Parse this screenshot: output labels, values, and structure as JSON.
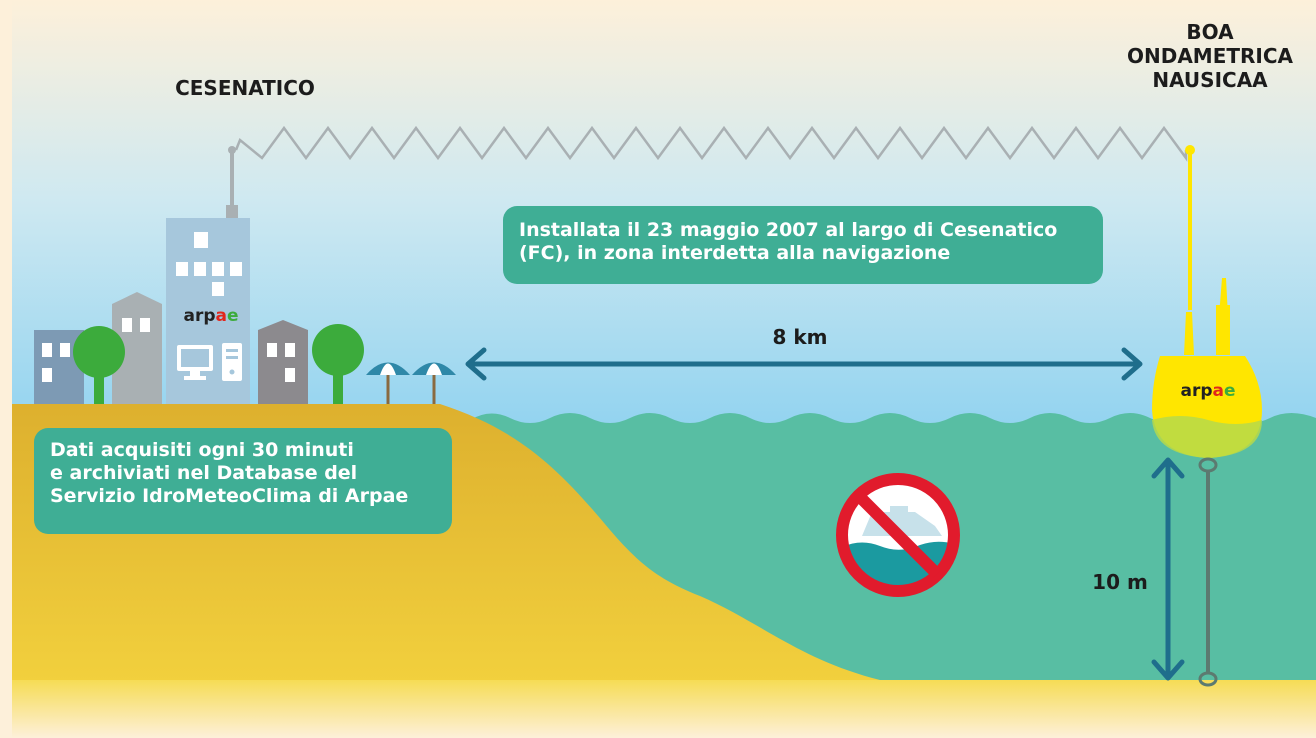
{
  "labels": {
    "town": "CESENATICO",
    "buoy_lines": [
      "BOA",
      "ONDAMETRICA",
      "NAUSICAA"
    ],
    "distance": "8 km",
    "depth": "10 m"
  },
  "info_boxes": {
    "installation": [
      "Installata il 23 maggio 2007 al largo di Cesenatico",
      "(FC), in zona interdetta alla navigazione"
    ],
    "data": [
      "Dati acquisiti ogni 30 minuti",
      "e archiviati nel Database del",
      "Servizio IdroMeteoClima di Arpae"
    ]
  },
  "logo": {
    "part1": "arp",
    "part2": "a",
    "part3": "e"
  },
  "icons": [
    "antenna-icon",
    "computer-icon",
    "beach-umbrella-icon",
    "no-boats-icon",
    "anchor-chain-icon"
  ],
  "colors": {
    "sky_top": "#fdf0da",
    "sky_bottom": "#8fd2f0",
    "sand": "#e1b530",
    "sea": "#58bea3",
    "box": "#3fae95",
    "arrow": "#1f6e8c",
    "buoy": "#ffe600",
    "tree": "#3cab3c",
    "no_sign": "#e11b2c"
  }
}
